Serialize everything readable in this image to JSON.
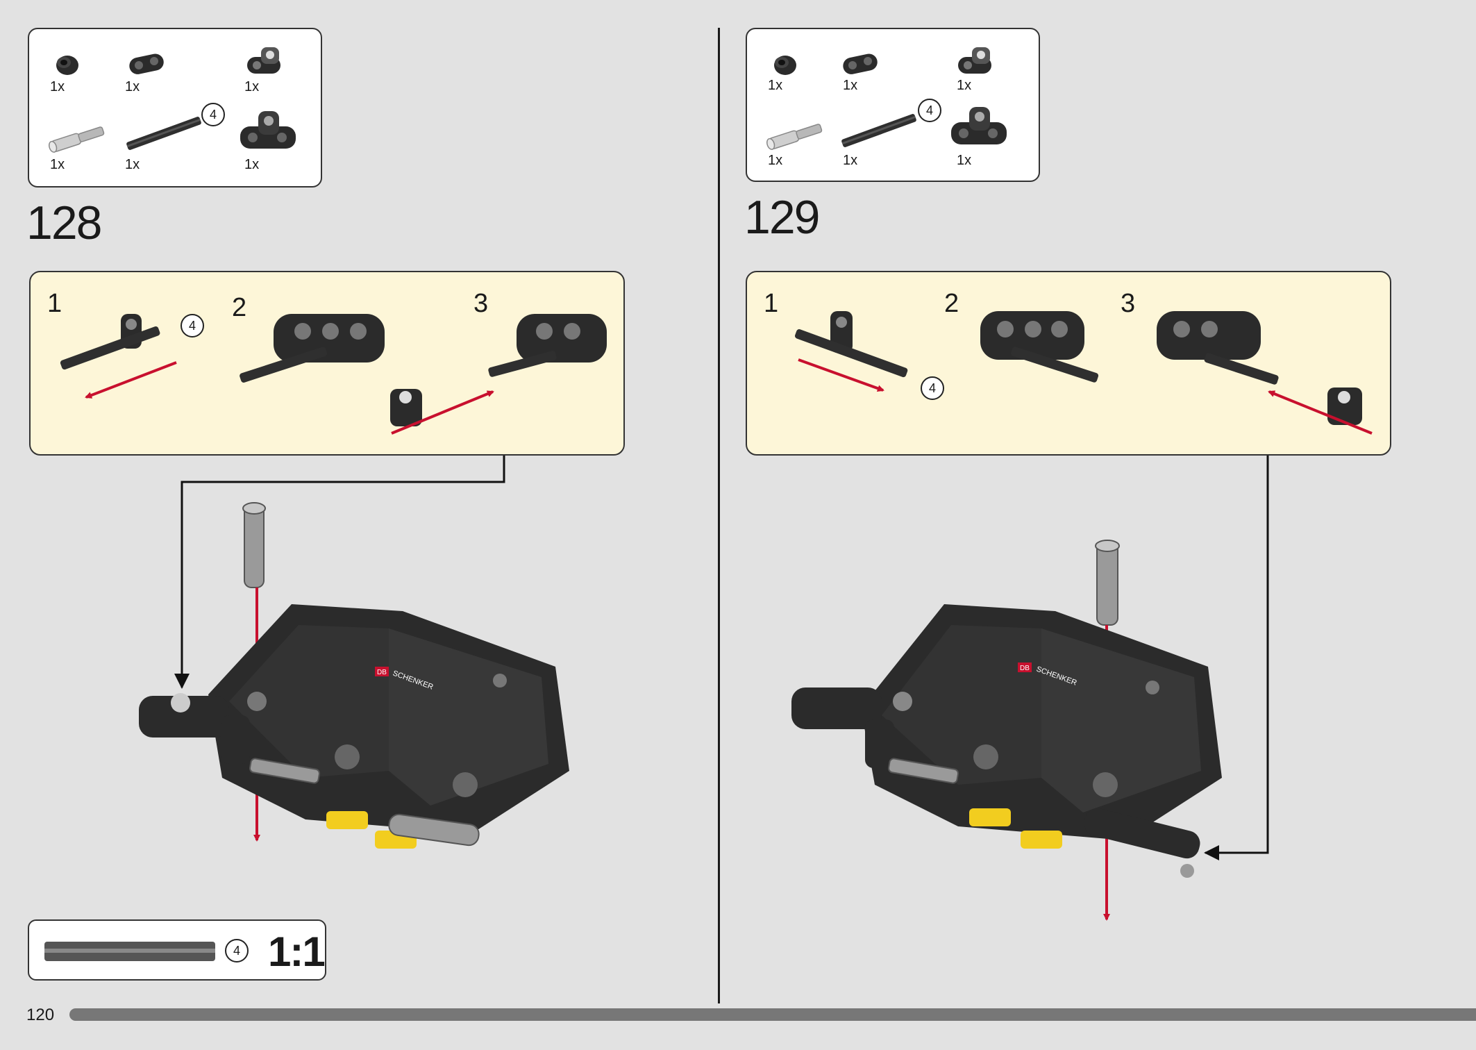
{
  "page": {
    "number": "120",
    "progress_fraction": 1.0
  },
  "steps": [
    {
      "number": "128",
      "parts": [
        {
          "icon": "bush-icon",
          "qty": "1x"
        },
        {
          "icon": "axle-connector-icon",
          "qty": "1x"
        },
        {
          "icon": "cross-block-icon",
          "qty": "1x"
        },
        {
          "icon": "pin-with-axle-icon",
          "qty": "1x"
        },
        {
          "icon": "axle-icon",
          "qty": "1x",
          "length": "4"
        },
        {
          "icon": "double-cross-block-icon",
          "qty": "1x"
        }
      ],
      "substeps": [
        {
          "number": "1",
          "length": "4"
        },
        {
          "number": "2"
        },
        {
          "number": "3"
        }
      ]
    },
    {
      "number": "129",
      "parts": [
        {
          "icon": "bush-icon",
          "qty": "1x"
        },
        {
          "icon": "axle-connector-icon",
          "qty": "1x"
        },
        {
          "icon": "cross-block-icon",
          "qty": "1x"
        },
        {
          "icon": "pin-with-axle-icon",
          "qty": "1x"
        },
        {
          "icon": "axle-icon",
          "qty": "1x",
          "length": "4"
        },
        {
          "icon": "double-cross-block-icon",
          "qty": "1x"
        }
      ],
      "substeps": [
        {
          "number": "1",
          "length": "4"
        },
        {
          "number": "2"
        },
        {
          "number": "3"
        }
      ]
    }
  ],
  "scale_reference": {
    "length": "4",
    "label": "1:1"
  },
  "model": {
    "logo_db": "DB",
    "logo_text": "SCHENKER"
  },
  "colors": {
    "background": "#e2e2e2",
    "substep_background": "#fdf6d8",
    "arrow_red": "#c8102e",
    "brick_black": "#2b2b2b",
    "brick_yellow": "#f2cd1f",
    "brick_grey": "#9a9a9a"
  }
}
